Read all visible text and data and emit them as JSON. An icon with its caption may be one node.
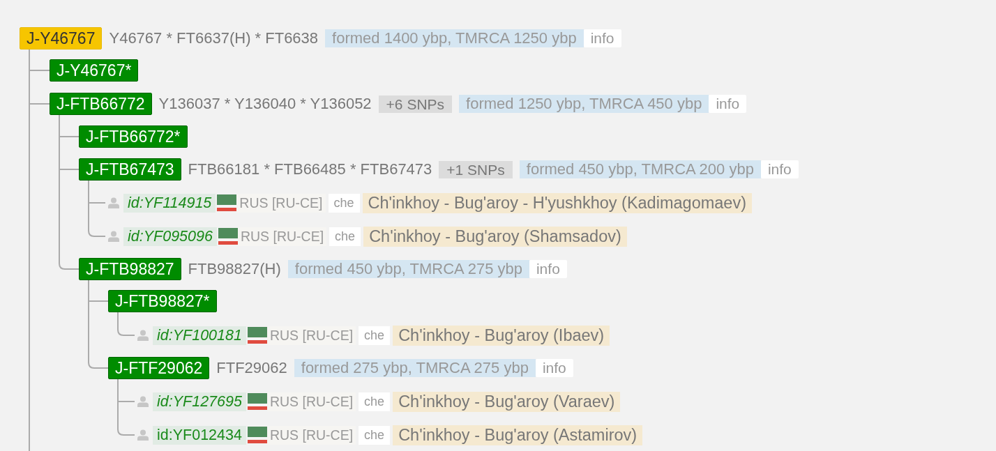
{
  "diagram": {
    "nodes": [
      {
        "text": [
          "J-Y46767"
        ],
        "beside": [
          "Y46767 * FT6637(H) * FT6638",
          "formed 1400 ybp, TMRCA 1250 ybp",
          "info"
        ]
      },
      {
        "text": [
          "J-Y46767*"
        ]
      },
      {
        "text": [
          "J-FTB66772"
        ],
        "beside": [
          "Y136037 * Y136040 * Y136052",
          "+6 SNPs",
          "formed 1250 ybp, TMRCA 450 ybp",
          "info"
        ]
      },
      {
        "text": [
          "J-FTB66772*"
        ]
      },
      {
        "text": [
          "J-FTB67473"
        ],
        "beside": [
          "FTB66181 * FTB66485 * FTB67473",
          "+1 SNPs",
          "formed 450 ybp, TMRCA 200 ybp",
          "info"
        ]
      },
      {
        "text": [
          "id:YF114915"
        ],
        "beside": [
          "RUS [RU-CE]",
          "che",
          "Ch'inkhoy - Bug'aroy - H'yushkhoy (Kadimagomaev)"
        ]
      },
      {
        "text": [
          "id:YF095096"
        ],
        "beside": [
          "RUS [RU-CE]",
          "che",
          "Ch'inkhoy - Bug'aroy (Shamsadov)"
        ]
      },
      {
        "text": [
          "J-FTB98827"
        ],
        "beside": [
          "FTB98827(H)",
          "formed 450 ybp, TMRCA 275 ybp",
          "info"
        ]
      },
      {
        "text": [
          "J-FTB98827*"
        ]
      },
      {
        "text": [
          "id:YF100181"
        ],
        "beside": [
          "RUS [RU-CE]",
          "che",
          "Ch'inkhoy - Bug'aroy (Ibaev)"
        ]
      },
      {
        "text": [
          "J-FTF29062"
        ],
        "beside": [
          "FTF29062",
          "formed 275 ybp, TMRCA 275 ybp",
          "info"
        ]
      },
      {
        "text": [
          "id:YF127695"
        ],
        "beside": [
          "RUS [RU-CE]",
          "che",
          "Ch'inkhoy - Bug'aroy (Varaev)"
        ]
      },
      {
        "text": [
          "id:YF012434"
        ],
        "beside": [
          "RUS [RU-CE]",
          "che",
          "Ch'inkhoy - Bug'aroy (Astamirov)"
        ]
      }
    ],
    "edges": [
      {
        "from": 0,
        "to": 1,
        "arrow": "none"
      },
      {
        "from": 0,
        "to": 2,
        "arrow": "none"
      },
      {
        "from": 2,
        "to": 3,
        "arrow": "none"
      },
      {
        "from": 2,
        "to": 4,
        "arrow": "none"
      },
      {
        "from": 4,
        "to": 5,
        "arrow": "none"
      },
      {
        "from": 4,
        "to": 6,
        "arrow": "none"
      },
      {
        "from": 2,
        "to": 7,
        "arrow": "none"
      },
      {
        "from": 7,
        "to": 8,
        "arrow": "none"
      },
      {
        "from": 8,
        "to": 9,
        "arrow": "none"
      },
      {
        "from": 7,
        "to": 10,
        "arrow": "none"
      },
      {
        "from": 10,
        "to": 11,
        "arrow": "none"
      },
      {
        "from": 10,
        "to": 12,
        "arrow": "none"
      },
      {
        "from": 0,
        "to": null,
        "arrow": "none"
      }
    ]
  }
}
